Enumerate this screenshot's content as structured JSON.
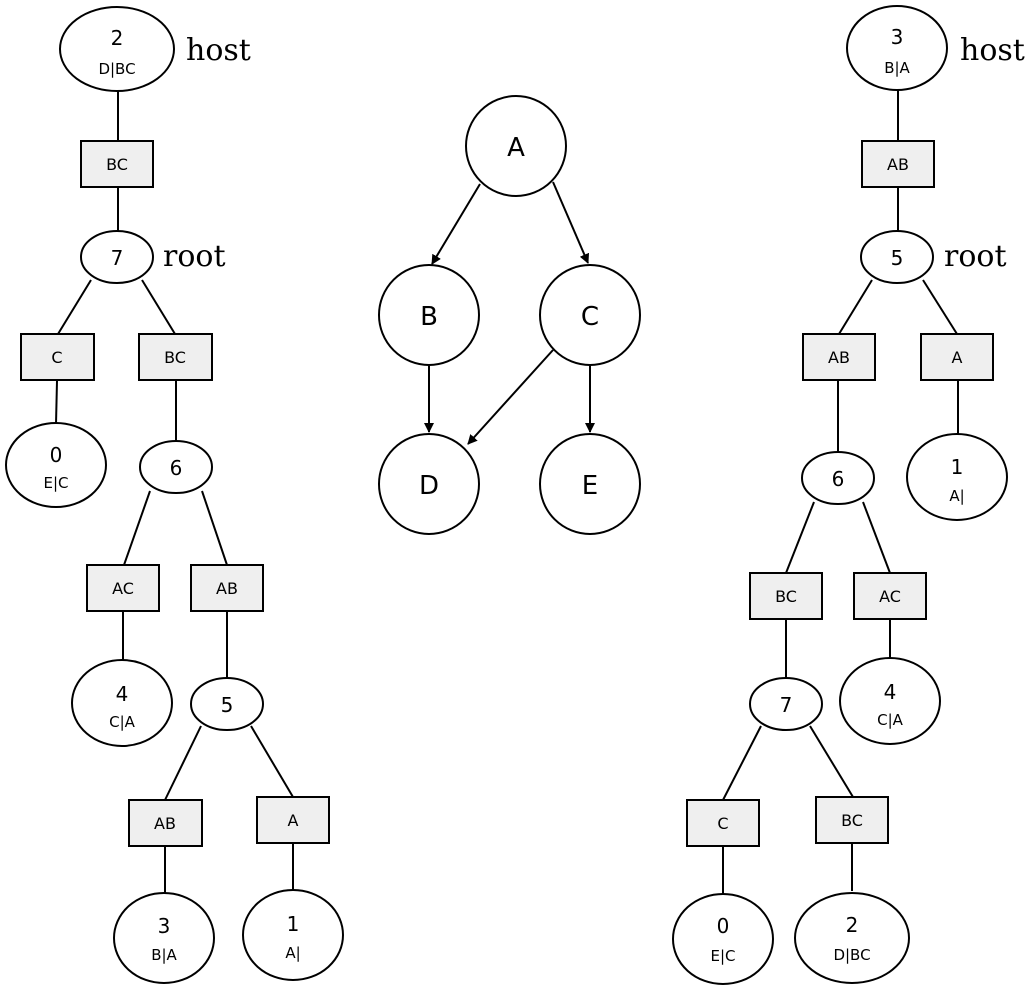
{
  "left_tree": {
    "host": {
      "id": "2",
      "label": "D|BC",
      "annotation": "host"
    },
    "host_sep": "BC",
    "root": {
      "id": "7",
      "annotation": "root"
    },
    "sep_c": "C",
    "leaf0": {
      "id": "0",
      "label": "E|C"
    },
    "sep_bc": "BC",
    "node6": {
      "id": "6"
    },
    "sep_ac": "AC",
    "leaf4": {
      "id": "4",
      "label": "C|A"
    },
    "sep_ab": "AB",
    "node5": {
      "id": "5"
    },
    "sep_ab2": "AB",
    "leaf3": {
      "id": "3",
      "label": "B|A"
    },
    "sep_a": "A",
    "leaf1": {
      "id": "1",
      "label": "A|"
    }
  },
  "dag": {
    "nodes": {
      "A": "A",
      "B": "B",
      "C": "C",
      "D": "D",
      "E": "E"
    },
    "edges": [
      [
        "A",
        "B"
      ],
      [
        "A",
        "C"
      ],
      [
        "B",
        "D"
      ],
      [
        "C",
        "D"
      ],
      [
        "C",
        "E"
      ]
    ]
  },
  "right_tree": {
    "host": {
      "id": "3",
      "label": "B|A",
      "annotation": "host"
    },
    "host_sep": "AB",
    "root": {
      "id": "5",
      "annotation": "root"
    },
    "sep_ab": "AB",
    "sep_a": "A",
    "leaf1": {
      "id": "1",
      "label": "A|"
    },
    "node6": {
      "id": "6"
    },
    "sep_bc": "BC",
    "sep_ac": "AC",
    "leaf4": {
      "id": "4",
      "label": "C|A"
    },
    "node7": {
      "id": "7"
    },
    "sep_c": "C",
    "sep_bc2": "BC",
    "leaf0": {
      "id": "0",
      "label": "E|C"
    },
    "leaf2": {
      "id": "2",
      "label": "D|BC"
    }
  }
}
